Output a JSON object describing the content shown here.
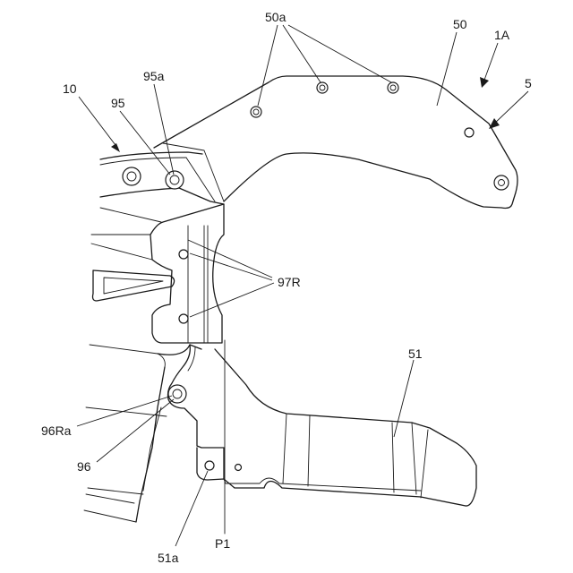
{
  "labels": {
    "ref_50a": "50a",
    "ref_50": "50",
    "ref_1A": "1A",
    "ref_5": "5",
    "ref_10": "10",
    "ref_95a": "95a",
    "ref_95": "95",
    "ref_97R": "97R",
    "ref_51": "51",
    "ref_96Ra": "96Ra",
    "ref_96": "96",
    "ref_51a": "51a",
    "ref_P1": "P1"
  }
}
